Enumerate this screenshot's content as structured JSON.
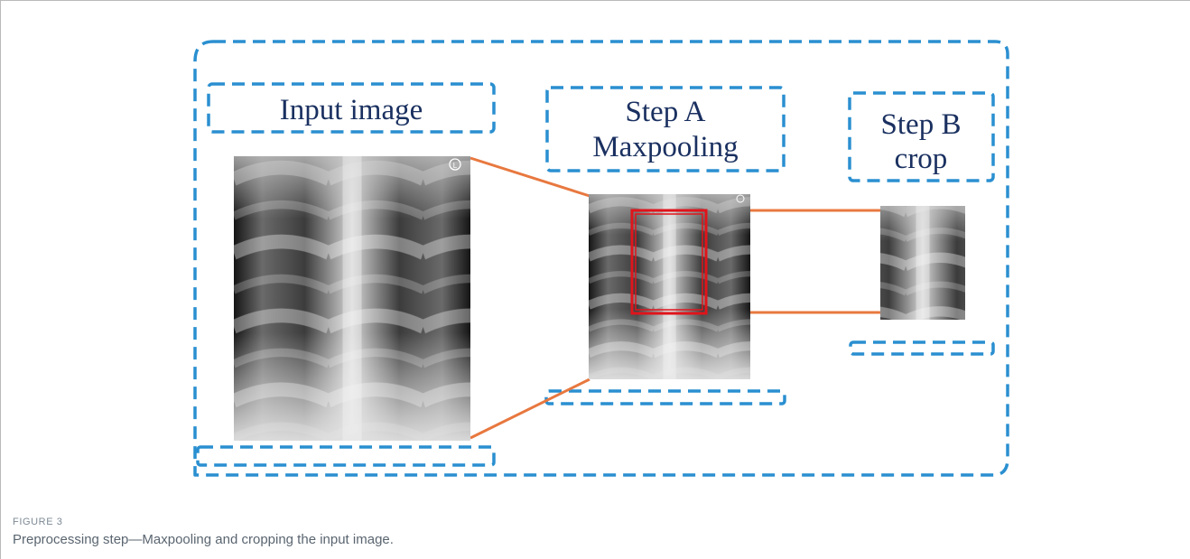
{
  "figure": {
    "label": "FIGURE 3",
    "caption": "Preprocessing step—Maxpooling and cropping the input image."
  },
  "diagram": {
    "input_title": "Input image",
    "step_a_line1": "Step A",
    "step_a_line2": "Maxpooling",
    "step_b_line1": "Step B",
    "step_b_line2": "crop"
  },
  "colors": {
    "dashed_outline": "#2a8fd0",
    "connector": "#e8783f",
    "crop_region": "#e0141b",
    "title_text": "#1a3060"
  }
}
